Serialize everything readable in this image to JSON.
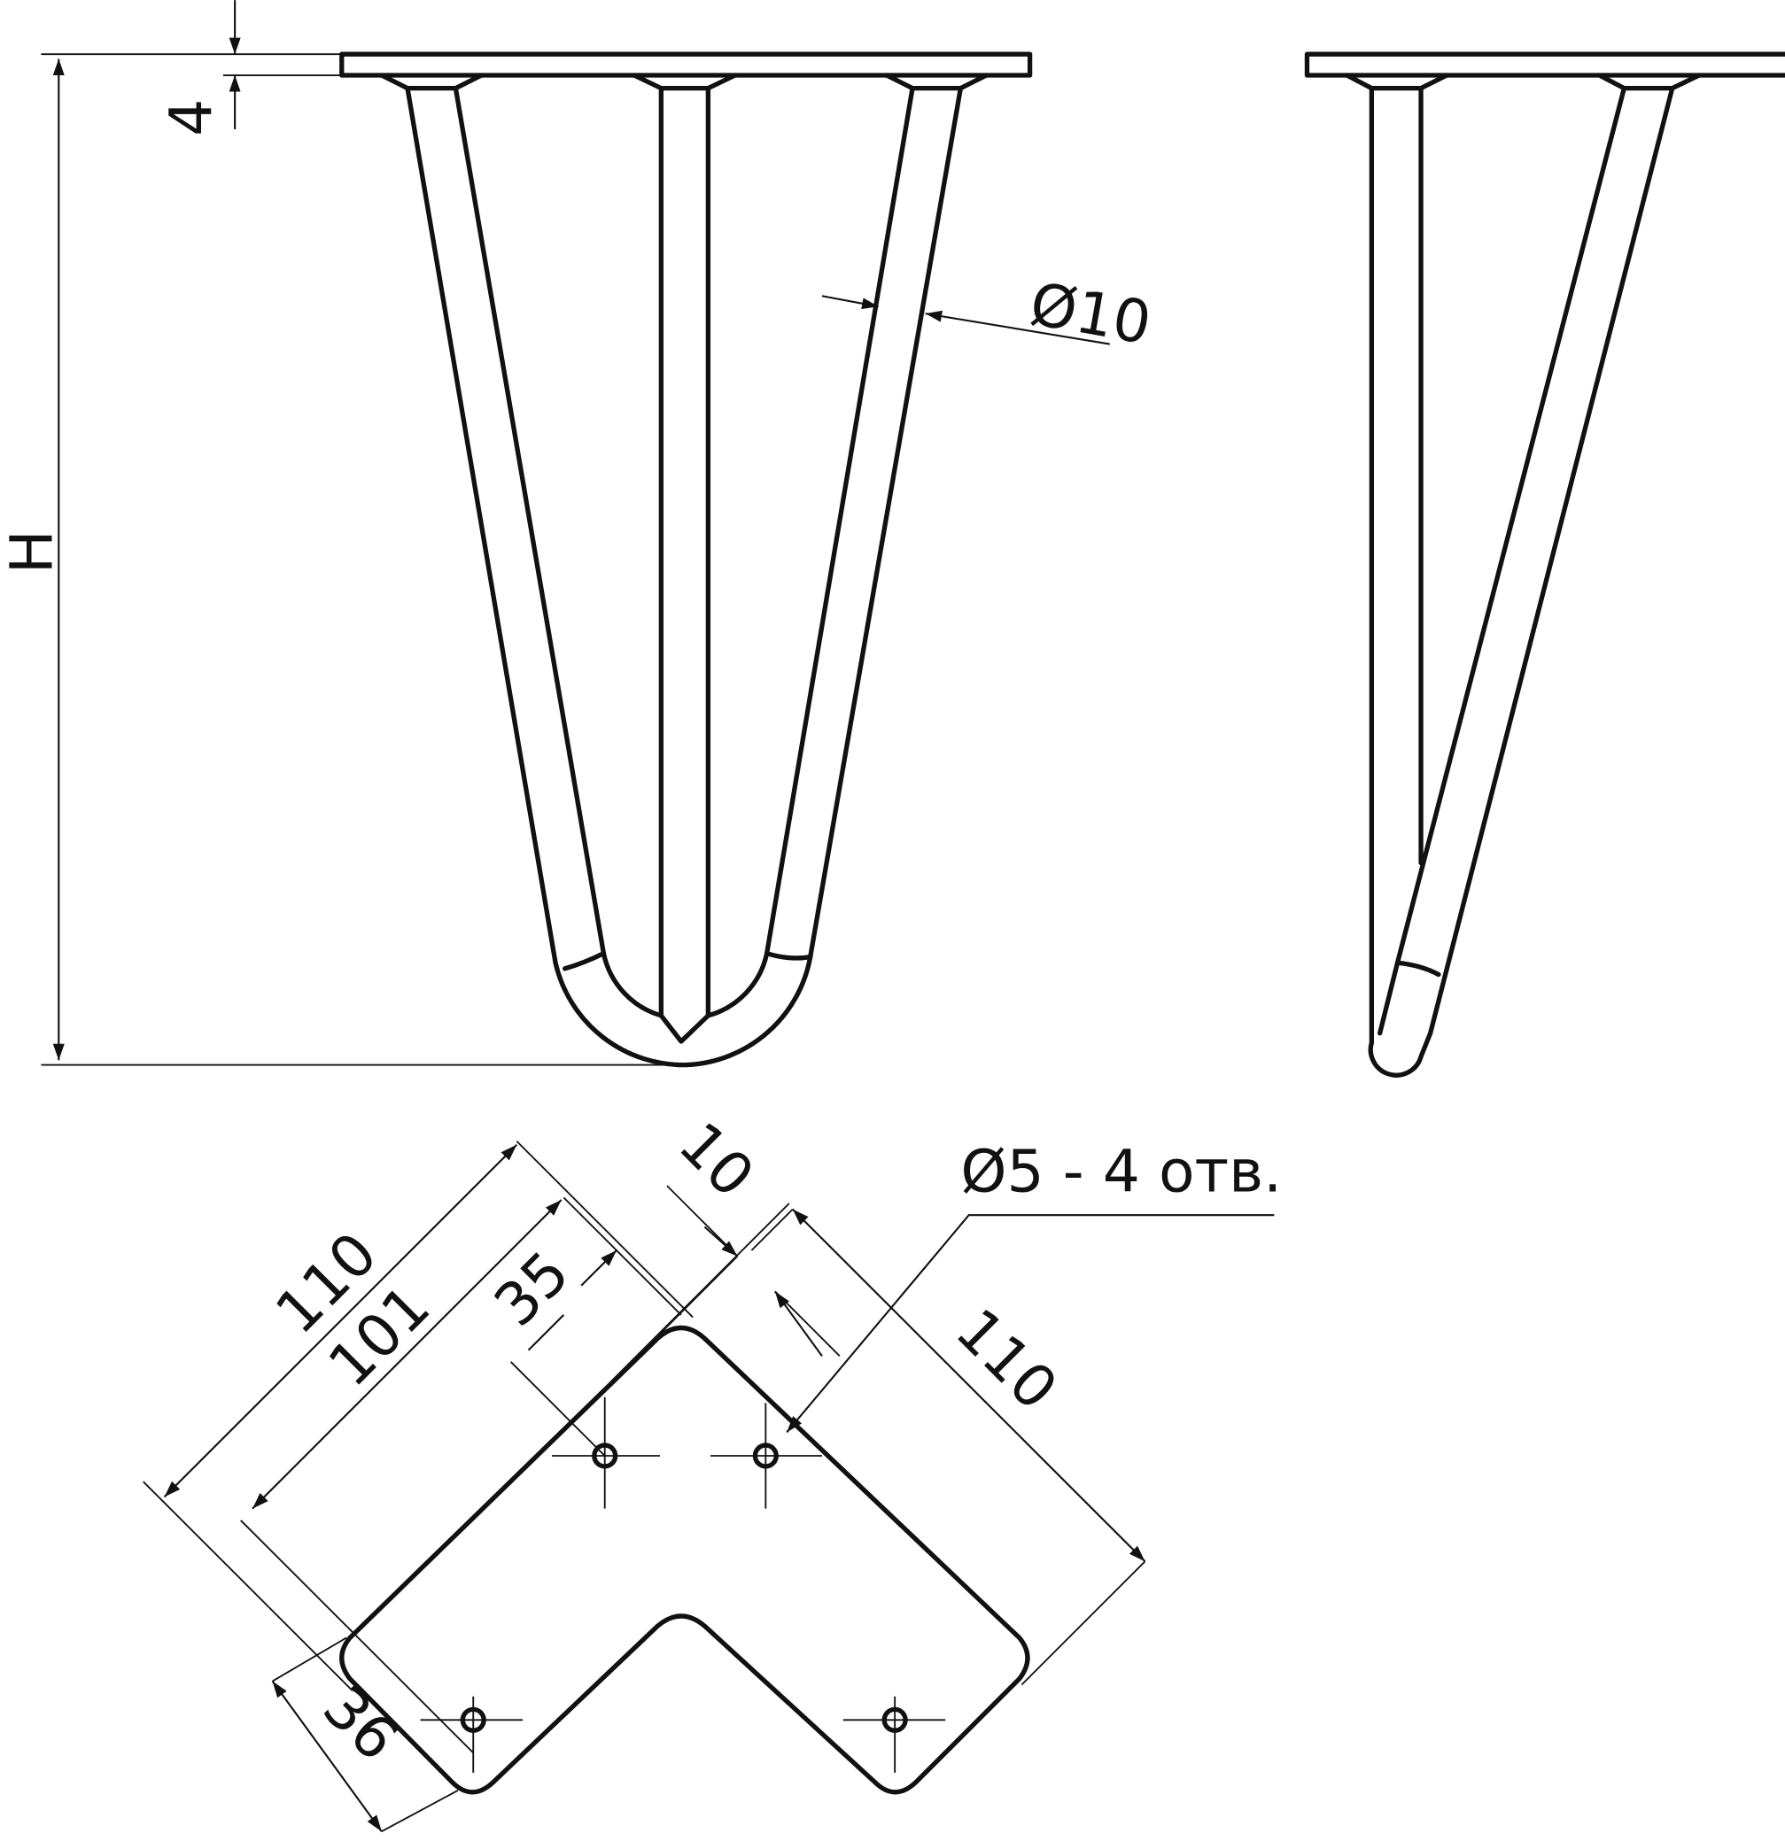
{
  "drawing": {
    "front_view": {
      "plate_thickness": "4",
      "height": "H",
      "rod_diameter": "Ø10"
    },
    "plate_view": {
      "holes_note": "Ø5 - 4 отв.",
      "side_left": "110",
      "inner_left": "101",
      "hole_offset": "35",
      "edge_offset": "10",
      "side_right": "110",
      "arm_width": "36"
    }
  }
}
